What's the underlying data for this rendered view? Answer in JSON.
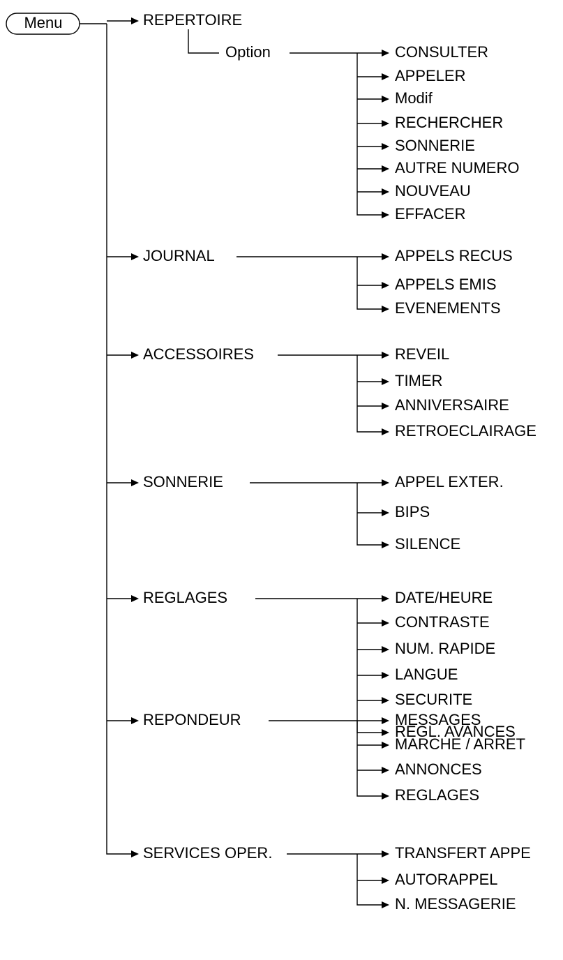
{
  "root": "Menu",
  "sections": [
    {
      "label": "REPERTOIRE",
      "option": {
        "label": "Option",
        "items": [
          "CONSULTER",
          "APPELER",
          "Modif",
          "RECHERCHER",
          "SONNERIE",
          "AUTRE NUMERO",
          "NOUVEAU",
          "EFFACER"
        ]
      }
    },
    {
      "label": "JOURNAL",
      "items": [
        "APPELS RECUS",
        "APPELS EMIS",
        "EVENEMENTS"
      ]
    },
    {
      "label": "ACCESSOIRES",
      "items": [
        "REVEIL",
        "TIMER",
        "ANNIVERSAIRE",
        "RETROECLAIRAGE"
      ]
    },
    {
      "label": "SONNERIE",
      "items": [
        "APPEL EXTER.",
        "BIPS",
        "SILENCE"
      ]
    },
    {
      "label": "REGLAGES",
      "items": [
        "DATE/HEURE",
        "CONTRASTE",
        "NUM. RAPIDE",
        "LANGUE",
        "SECURITE",
        "REGL. AVANCES"
      ]
    },
    {
      "label": "REPONDEUR",
      "items": [
        "MESSAGES",
        "MARCHE / ARRET",
        "ANNONCES",
        "REGLAGES"
      ]
    },
    {
      "label": "SERVICES OPER.",
      "items": [
        "TRANSFERT APPE",
        "AUTORAPPEL",
        "N. MESSAGERIE"
      ]
    }
  ]
}
